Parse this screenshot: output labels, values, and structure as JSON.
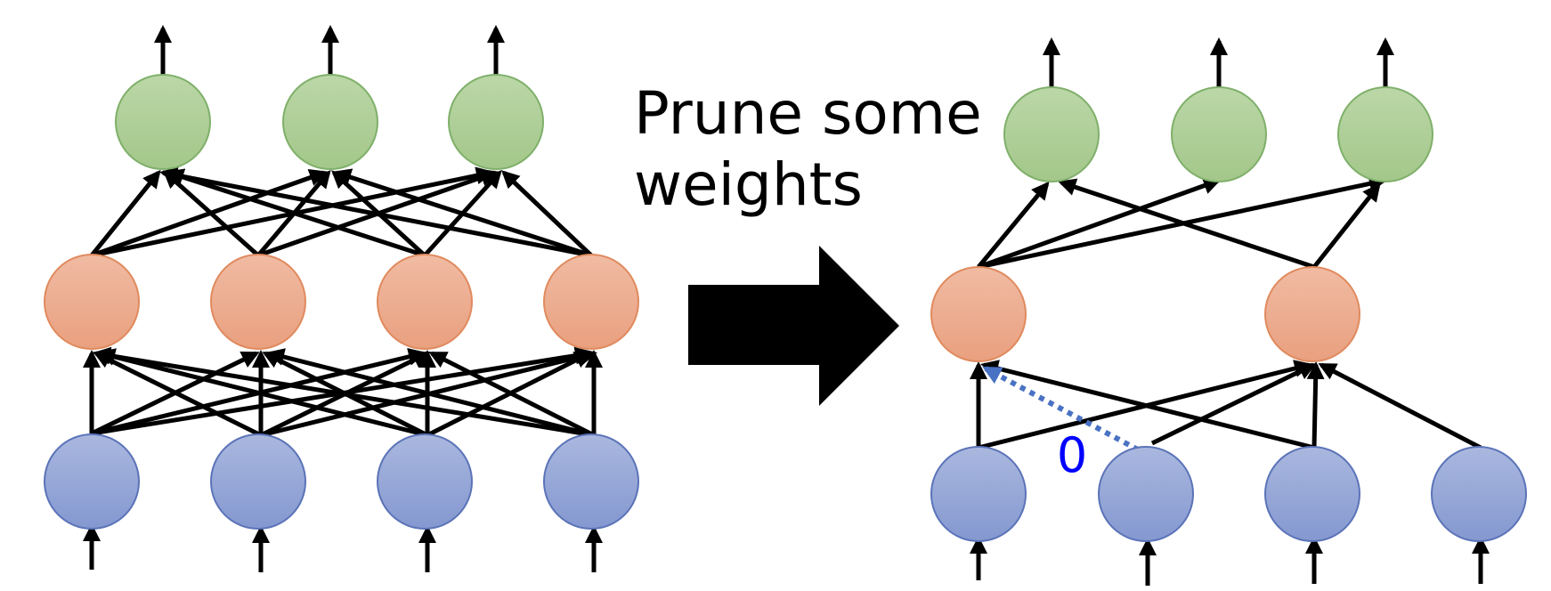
{
  "caption": "Prune some\nweights",
  "pruned_weight_label": "0",
  "colors": {
    "input_node": "#94a7d6",
    "hidden_node": "#edaa8c",
    "output_node": "#aecd97",
    "edge": "#000000",
    "pruned_edge": "#4a72c4",
    "zero_label": "#0000ff"
  },
  "networks": {
    "before": {
      "input_nodes": 4,
      "hidden_nodes": 4,
      "output_nodes": 3,
      "connectivity": "fully connected"
    },
    "after": {
      "input_nodes": 4,
      "hidden_nodes": 2,
      "output_nodes": 3,
      "connectivity": "sparse"
    }
  },
  "arrow": "right-arrow"
}
